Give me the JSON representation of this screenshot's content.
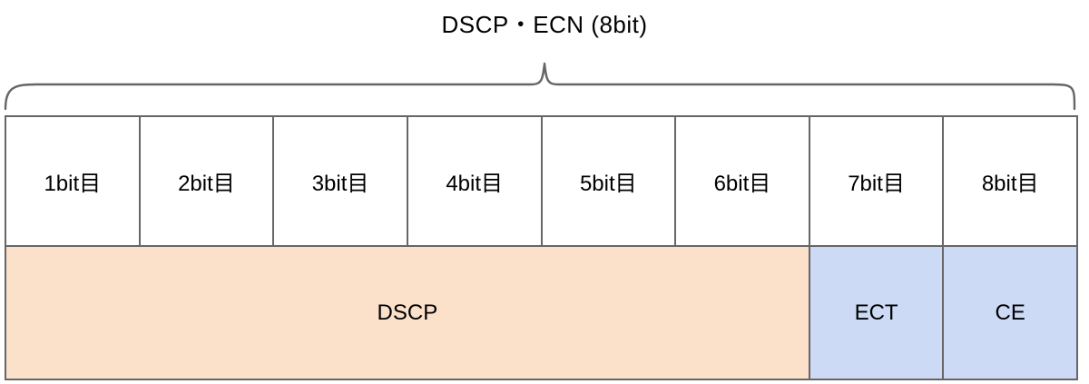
{
  "diagram": {
    "title": "DSCP・ECN (8bit)",
    "brace": {
      "name": "top-brace",
      "spans_label": "DSCP・ECN (8bit)"
    },
    "colors": {
      "dscp_fill": "#fbe0ca",
      "ecn_fill": "#ccdaf5",
      "border": "#666666",
      "background": "#ffffff",
      "text": "#000000"
    },
    "bit_row": {
      "cells": [
        {
          "label": "1bit目"
        },
        {
          "label": "2bit目"
        },
        {
          "label": "3bit目"
        },
        {
          "label": "4bit目"
        },
        {
          "label": "5bit目"
        },
        {
          "label": "6bit目"
        },
        {
          "label": "7bit目"
        },
        {
          "label": "8bit目"
        }
      ]
    },
    "field_row": {
      "cells": [
        {
          "label": "DSCP",
          "span": 6,
          "fill": "dscp"
        },
        {
          "label": "ECT",
          "span": 1,
          "fill": "ecn"
        },
        {
          "label": "CE",
          "span": 1,
          "fill": "ecn"
        }
      ]
    }
  }
}
